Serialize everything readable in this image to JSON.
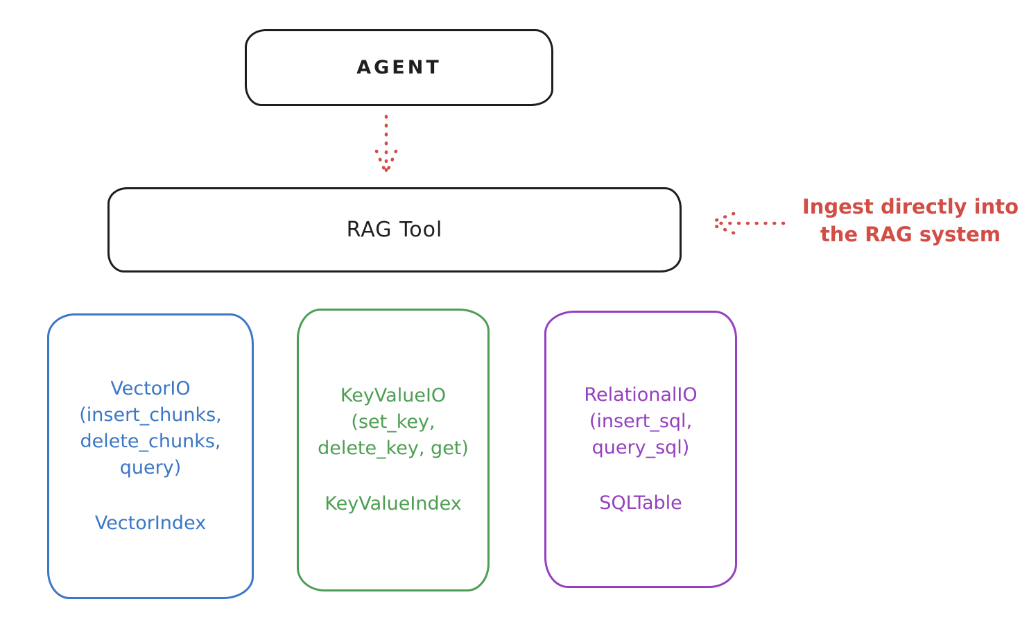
{
  "diagram": {
    "background_color": "#ffffff",
    "ink_color": "#1e1e1e",
    "red_accent_color": "#d14d46"
  },
  "nodes": {
    "agent": {
      "label": "AGENT"
    },
    "rag_tool": {
      "label": "RAG Tool"
    }
  },
  "connectors": {
    "agent_to_rag_tool": "dotted-down-arrow",
    "annotation_to_rag_tool": "dotted-left-arrow"
  },
  "annotation": {
    "line1": "Ingest directly into",
    "line2": "the RAG system",
    "color": "#d14d46"
  },
  "backends": [
    {
      "title": "VectorIO",
      "params": [
        "(insert_chunks,",
        "delete_chunks,",
        "query)"
      ],
      "index_class": "VectorIndex",
      "color": "#3b77c5"
    },
    {
      "title": "KeyValueIO",
      "params": [
        "(set_key,",
        "delete_key, get)"
      ],
      "index_class": "KeyValueIndex",
      "color": "#4d9e52"
    },
    {
      "title": "RelationalIO",
      "params": [
        "(insert_sql,",
        "query_sql)"
      ],
      "index_class": "SQLTable",
      "color": "#9440bf"
    }
  ]
}
